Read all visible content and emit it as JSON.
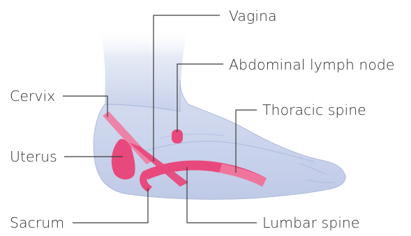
{
  "labels": {
    "vagina": "Vagina",
    "abdominal_lymph_node": "Abdominal lymph node",
    "cervix": "Cervix",
    "thoracic_spine": "Thoracic spine",
    "uterus": "Uterus",
    "sacrum": "Sacrum",
    "lumbar_spine": "Lumbar spine"
  },
  "colors": {
    "foot_fill": "#c9d3ec",
    "foot_outline": "#aab6d8",
    "reflex_zone": "#e8497c",
    "reflex_zone_light": "#ef7aa0",
    "leader": "#3a3a3a",
    "text": "#2b2b2b"
  }
}
